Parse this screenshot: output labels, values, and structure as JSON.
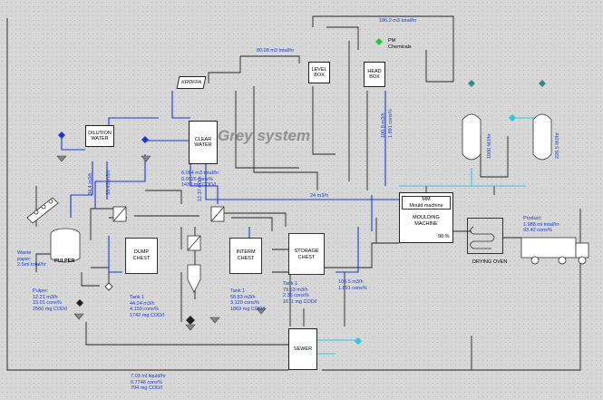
{
  "diagram_title": "Grey system",
  "units": {
    "dilution_water": [
      "DILUTION",
      "WATER"
    ],
    "clear_water": [
      "CLEAR",
      "WATER"
    ],
    "kroffa": "KROFFA",
    "level_box": [
      "LEVEL",
      "BOX"
    ],
    "head_box": [
      "HEAD",
      "BOX"
    ],
    "pulper": "PULPER",
    "dump_chest": [
      "DUMP",
      "CHEST"
    ],
    "interm_chest": [
      "INTERM",
      "CHEST"
    ],
    "storage_chest": [
      "STORAGE",
      "CHEST"
    ],
    "mould_machine_small": [
      "MM",
      "Mould machine"
    ],
    "moulding_machine": [
      "MOULDING",
      "MACHINE"
    ],
    "drying_oven": "DRYING OVEN",
    "sewer": "SEWER",
    "pm_chemicals": [
      "PM",
      "Chemicals"
    ]
  },
  "flows": {
    "top_recycle": "186.2 m3 total/hr",
    "kroffa_flow": "80.08 m3 total/hr",
    "dilution_a": "34.4 m3/h",
    "dilution_b": "33.43 m3/h",
    "clear_water_out": "12.37 m3/h",
    "to_mould": "24 m3/h",
    "headbox_flow": [
      "100.8 m3/h",
      "1.891 cons%"
    ],
    "dryer_a": "1000 MJ/hr",
    "dryer_b": "226.5 MJ/hr",
    "clear_water_stats": [
      "6.084 m3 total/hr",
      "0.0026 cons%",
      "1430 mg COD/l"
    ],
    "waste_paper": [
      "Waste",
      "paper:",
      "2.5ml total/hr"
    ],
    "pulper_stats": [
      "Pulper:",
      "12.21 m3/h",
      "15.01 cons%",
      "2560 mg COD/l"
    ],
    "tank1_stats": [
      "Tank 1",
      "44.24 m3/h",
      "4.159 cons%",
      "1742 mg COD/l"
    ],
    "tank2_stats": [
      "Tank 1",
      "58.83 m3/h",
      "3.120 cons%",
      "1869 mg COD/l"
    ],
    "tank3_stats": [
      "Tank 1",
      "79.53 m3/h",
      "2.36 cons%",
      "1611 mg COD/l"
    ],
    "storage_out": [
      "100.5 m3/h",
      "1.891 cons%"
    ],
    "product": [
      "Product:",
      "1.988 ml total/hr",
      "93.42 cons%"
    ],
    "sewer_stats": [
      "7.03 ml liquid/hr",
      "0.7746 cons%",
      "794 mg COD/l"
    ],
    "mould_percent": "98 %"
  },
  "colors": {
    "blue_line": "#1a37d6",
    "cyan_line": "#28c8ee",
    "dark_line": "#222222",
    "teal_node": "#2a8f8a",
    "green_node": "#29c43b"
  }
}
